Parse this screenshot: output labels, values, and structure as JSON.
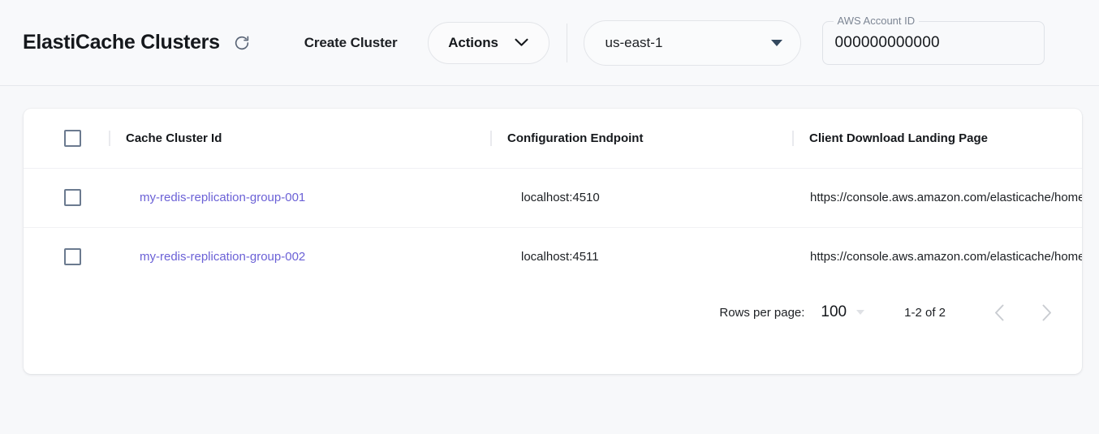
{
  "header": {
    "title": "ElastiCache Clusters",
    "refresh_icon": "refresh-icon",
    "create_cluster_label": "Create Cluster",
    "actions_label": "Actions",
    "actions_caret_icon": "chevron-down-icon",
    "region": {
      "value": "us-east-1",
      "caret_icon": "caret-down-icon"
    },
    "account": {
      "label": "AWS Account ID",
      "value": "000000000000"
    }
  },
  "table": {
    "columns": [
      {
        "key": "select",
        "label": ""
      },
      {
        "key": "cluster_id",
        "label": "Cache Cluster Id"
      },
      {
        "key": "config_endpoint",
        "label": "Configuration Endpoint"
      },
      {
        "key": "landing_page",
        "label": "Client Download Landing Page"
      }
    ],
    "rows": [
      {
        "cluster_id": "my-redis-replication-group-001",
        "config_endpoint": "localhost:4510",
        "landing_page": "https://console.aws.amazon.com/elasticache/home"
      },
      {
        "cluster_id": "my-redis-replication-group-002",
        "config_endpoint": "localhost:4511",
        "landing_page": "https://console.aws.amazon.com/elasticache/home"
      }
    ]
  },
  "pagination": {
    "rows_per_page_label": "Rows per page:",
    "rows_per_page_value": "100",
    "range_label": "1-2 of 2",
    "prev_icon": "chevron-left-icon",
    "next_icon": "chevron-right-icon"
  },
  "colors": {
    "page_background": "#f7f8fa",
    "card_background": "#ffffff",
    "link": "#6b61d6",
    "text": "#1c1f23",
    "muted": "#7d8694",
    "border": "#e3e5e9"
  }
}
